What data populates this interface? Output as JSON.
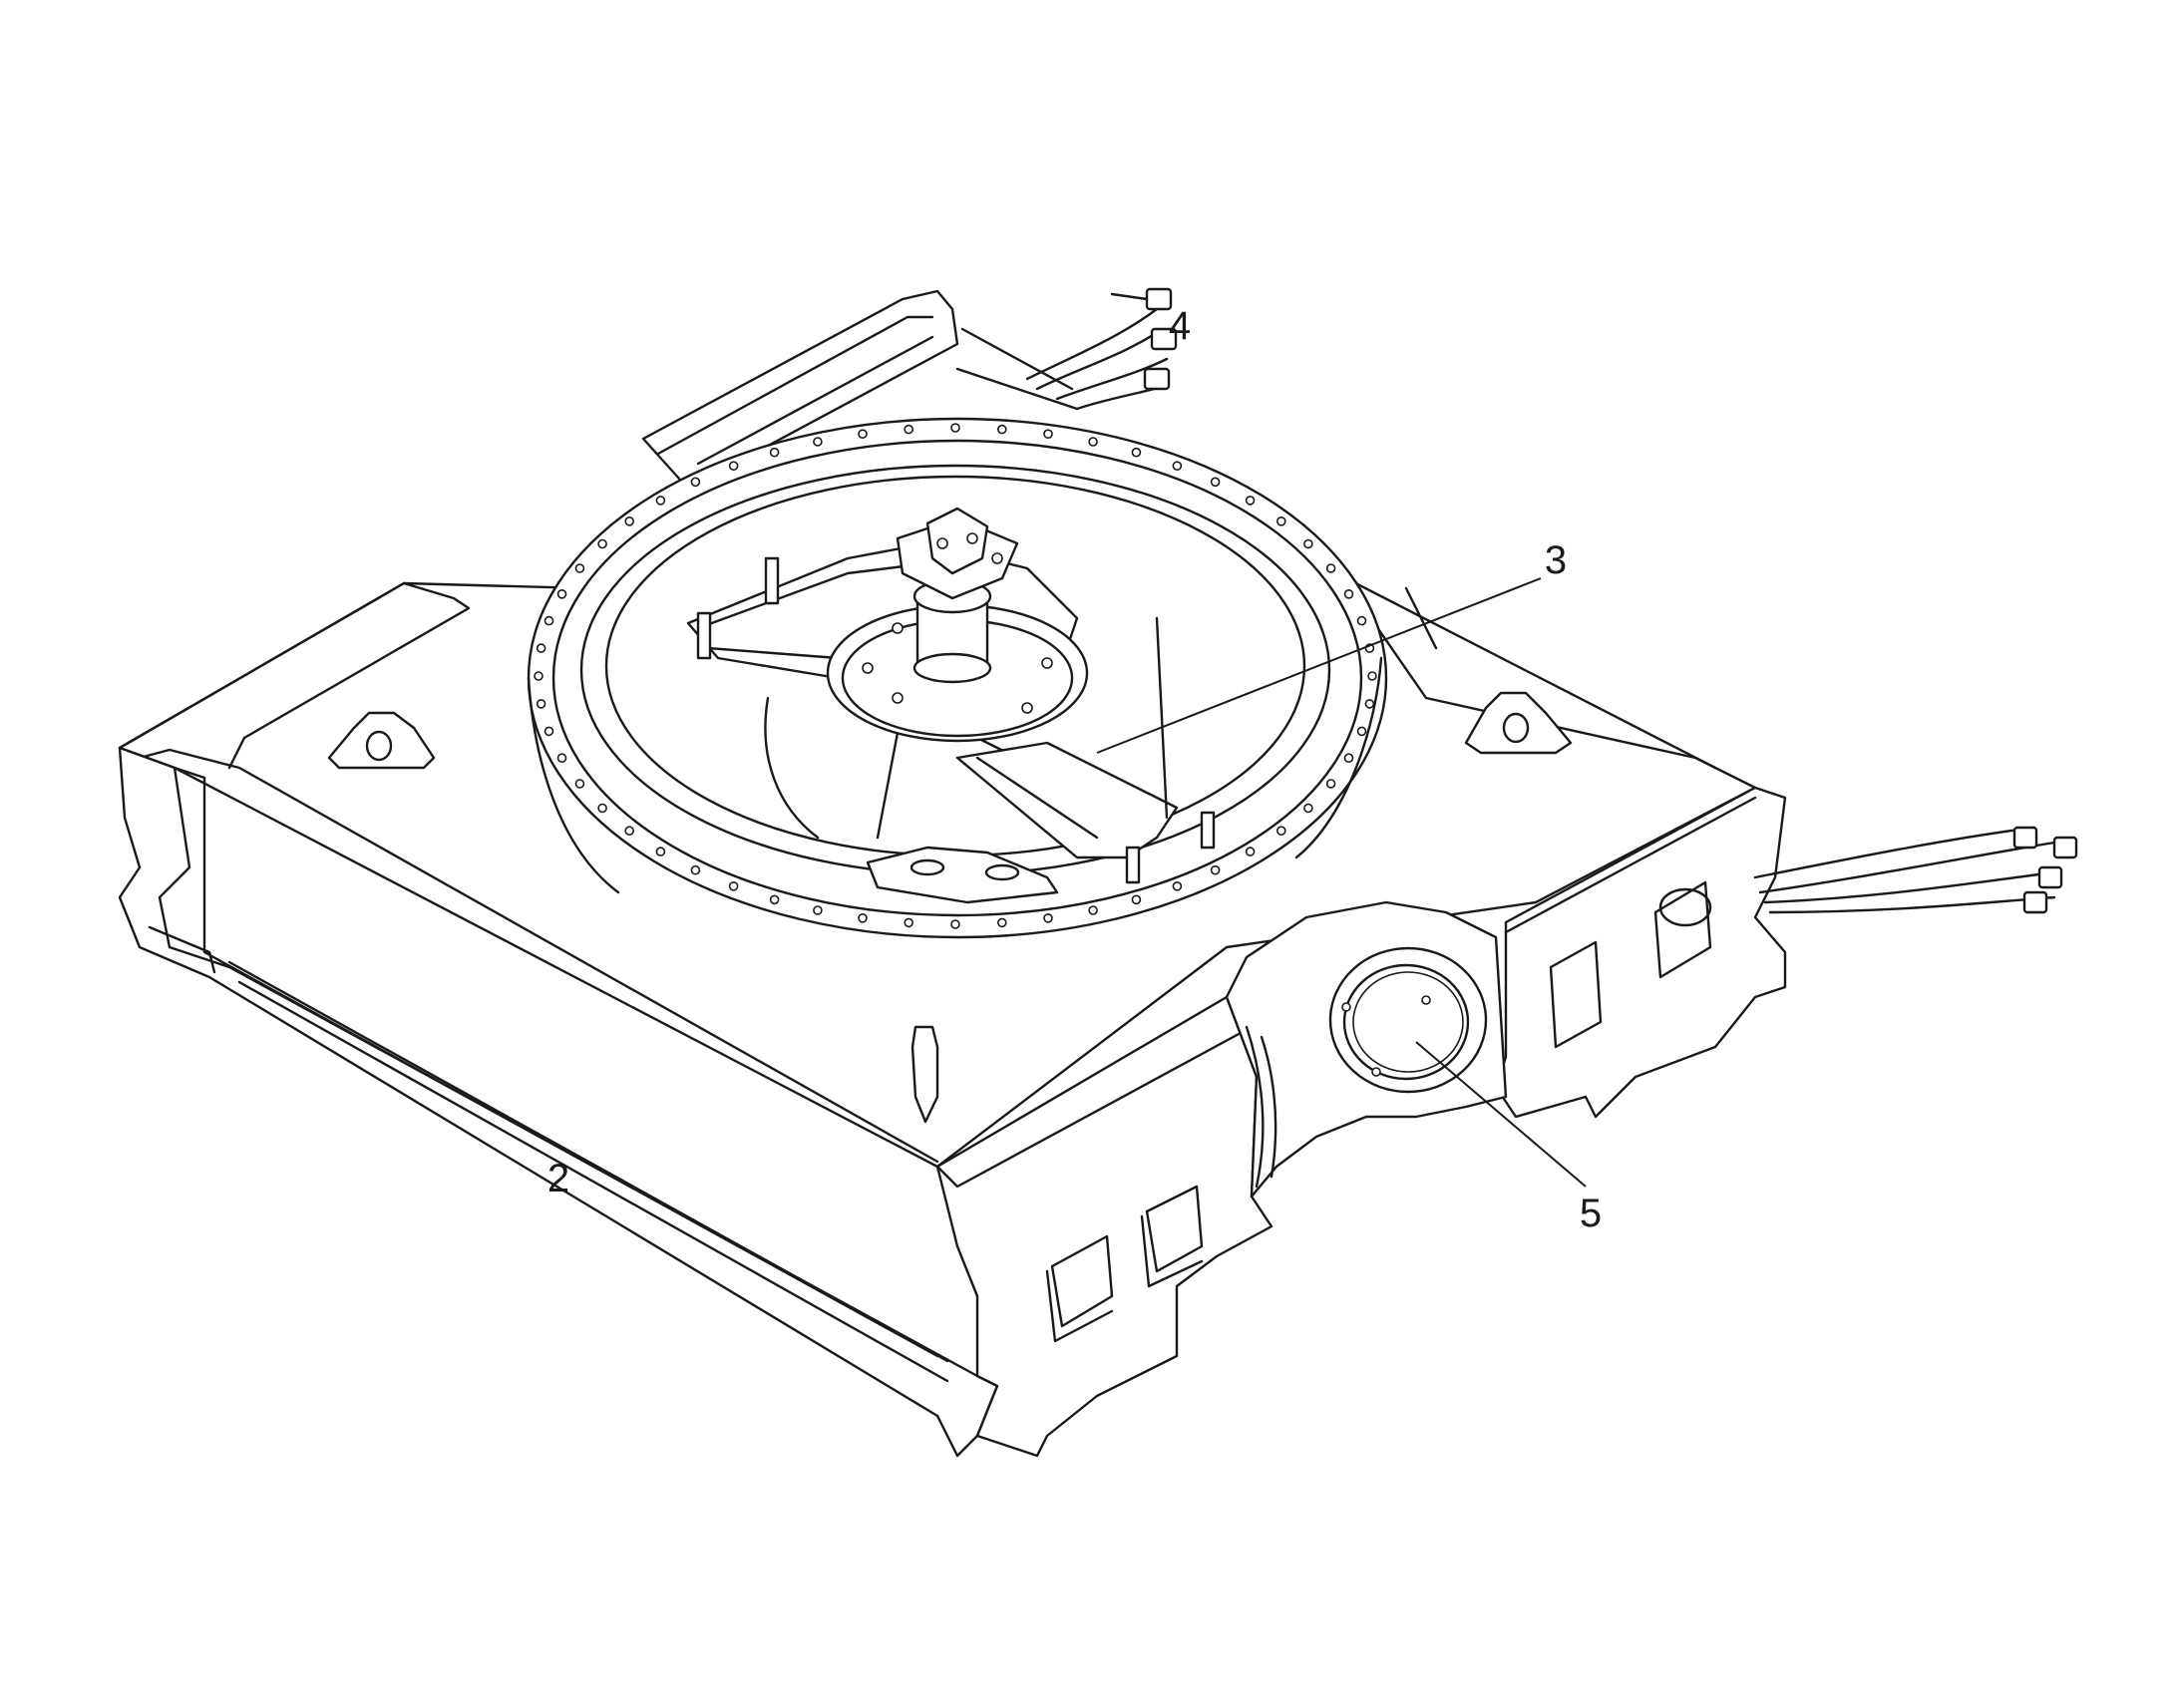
{
  "callouts": [
    {
      "id": "2",
      "label": "2"
    },
    {
      "id": "3",
      "label": "3"
    },
    {
      "id": "4",
      "label": "4"
    },
    {
      "id": "5",
      "label": "5"
    }
  ]
}
